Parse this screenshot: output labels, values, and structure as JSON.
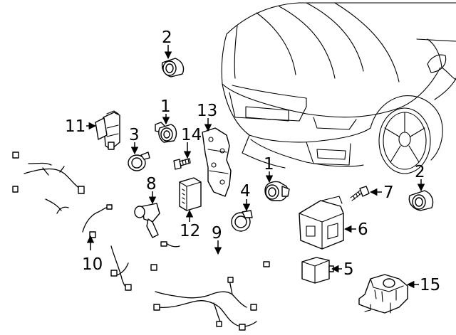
{
  "callouts": {
    "c2a": "2",
    "c2b": "2",
    "c1a": "1",
    "c1b": "1",
    "c11": "11",
    "c3": "3",
    "c13": "13",
    "c14": "14",
    "c4": "4",
    "c7": "7",
    "c8": "8",
    "c6": "6",
    "c12": "12",
    "c9": "9",
    "c10": "10",
    "c5": "5",
    "c15": "15"
  }
}
